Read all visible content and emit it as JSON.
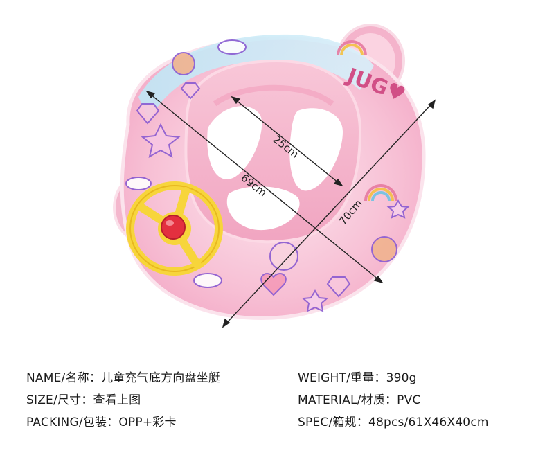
{
  "dimensions": {
    "depth_label": "25cm",
    "width_label": "69cm",
    "length_label": "70cm"
  },
  "specs": {
    "name": "NAME/名称：儿童充气底方向盘坐艇",
    "size": "SIZE/尺寸：查看上图",
    "packing": "PACKING/包装：OPP+彩卡",
    "weight": "WEIGHT/重量：390g",
    "material": "MATERIAL/材质：PVC",
    "spec": "SPEC/箱规：48pcs/61X46X40cm"
  },
  "colors": {
    "float_pink": "#f6b8d0",
    "float_light": "#f9d7e4",
    "float_blue": "#bfe3f3",
    "wheel_yellow": "#f7d53b",
    "horn_red": "#e3303f"
  }
}
